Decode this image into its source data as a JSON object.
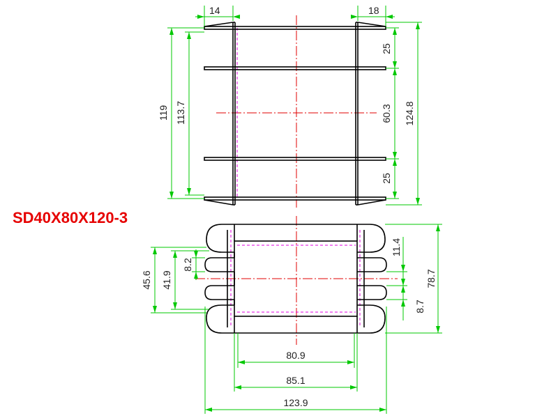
{
  "part_number": "SD40X80X120-3",
  "colors": {
    "outline": "#000000",
    "dimension": "#00c800",
    "centerline": "#e00000",
    "hidden": "#e000e0",
    "title": "#e60000"
  },
  "top_view": {
    "dims": {
      "flange_left": "14",
      "flange_right": "18",
      "overall_height_left": "119",
      "inner_height": "113.7",
      "top_section": "25",
      "middle_section": "60.3",
      "bottom_section": "25",
      "overall_height_right": "124.8"
    }
  },
  "bottom_view": {
    "dims": {
      "outer_height": "45.6",
      "inner_height": "41.9",
      "slot_width": "8.2",
      "pin_pitch": "11.4",
      "slot_right": "8.7",
      "overall_height": "78.7",
      "body_inner": "80.9",
      "body_outer": "85.1",
      "overall_width": "123.9"
    }
  }
}
